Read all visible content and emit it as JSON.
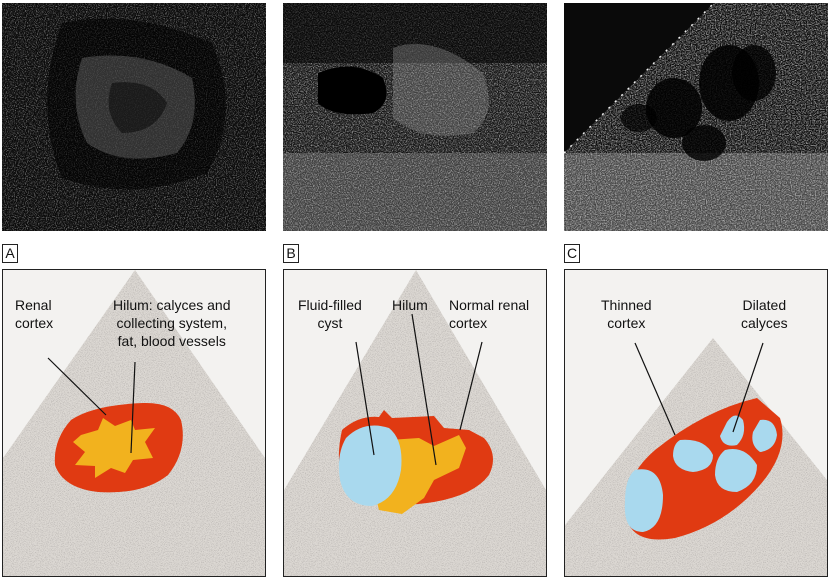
{
  "panels": [
    {
      "id": "A",
      "letter": "A",
      "labels": {
        "renal_cortex": "Renal\ncortex",
        "hilum": "Hilum: calyces and\ncollecting system,\nfat, blood vessels"
      }
    },
    {
      "id": "B",
      "letter": "B",
      "labels": {
        "cyst": "Fluid-filled\ncyst",
        "hilum": "Hilum",
        "normal_cortex": "Normal renal\ncortex"
      }
    },
    {
      "id": "C",
      "letter": "C",
      "labels": {
        "thinned_cortex": "Thinned\ncortex",
        "dilated_calyces": "Dilated\ncalyces"
      }
    }
  ],
  "colors": {
    "cortex": "#e03a12",
    "hilum": "#f2b21e",
    "fluid": "#a9d9ee",
    "speckle_bg": "#d9d5d0",
    "panel_bg": "#f3f2f0",
    "ultrasound_bg": "#0b0b0b"
  }
}
